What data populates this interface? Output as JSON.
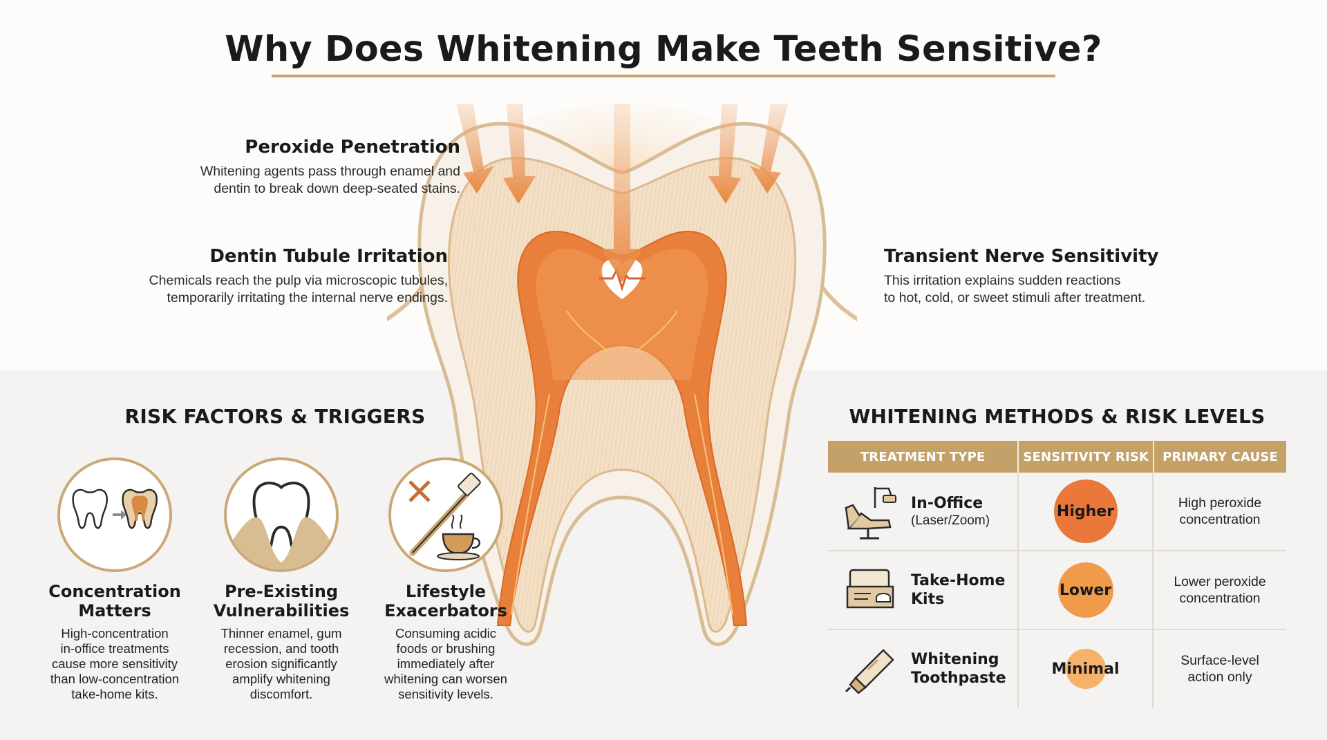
{
  "title": "Why Does Whitening Make Teeth Sensitive?",
  "callouts": {
    "peroxide": {
      "heading": "Peroxide Penetration",
      "line1": "Whitening agents pass through enamel and",
      "line2": "dentin to break down deep-seated stains."
    },
    "dentin": {
      "heading": "Dentin Tubule Irritation",
      "line1": "Chemicals reach the pulp via microscopic tubules,",
      "line2": "temporarily irritating the internal nerve endings."
    },
    "nerve": {
      "heading": "Transient Nerve Sensitivity",
      "line1": "This irritation explains sudden reactions",
      "line2": "to hot, cold, or sweet stimuli after treatment."
    }
  },
  "risk_factors": {
    "title": "RISK FACTORS & TRIGGERS",
    "items": [
      {
        "icon": "tooth-comparison-icon",
        "title_line1": "Concentration",
        "title_line2": "Matters",
        "desc": [
          "High-concentration",
          "in-office treatments",
          "cause more sensitivity",
          "than low-concentration",
          "take-home kits."
        ]
      },
      {
        "icon": "receding-gum-tooth-icon",
        "title_line1": "Pre-Existing",
        "title_line2": "Vulnerabilities",
        "desc": [
          "Thinner enamel, gum",
          "recession, and tooth",
          "erosion significantly",
          "amplify whitening",
          "discomfort."
        ]
      },
      {
        "icon": "toothbrush-coffee-icon",
        "title_line1": "Lifestyle",
        "title_line2": "Exacerbators",
        "desc": [
          "Consuming acidic",
          "foods or brushing",
          "immediately after",
          "whitening can worsen",
          "sensitivity levels."
        ]
      }
    ]
  },
  "methods": {
    "title": "WHITENING METHODS & RISK LEVELS",
    "headers": [
      "TREATMENT TYPE",
      "SENSITIVITY RISK",
      "PRIMARY CAUSE"
    ],
    "rows": [
      {
        "icon": "dental-chair-icon",
        "name_line1": "In-Office",
        "name_line2": "",
        "sub": "(Laser/Zoom)",
        "risk": "Higher",
        "risk_color": "#e9783a",
        "cause_line1": "High peroxide",
        "cause_line2": "concentration"
      },
      {
        "icon": "take-home-kit-icon",
        "name_line1": "Take-Home",
        "name_line2": "Kits",
        "sub": "",
        "risk": "Lower",
        "risk_color": "#f19a4a",
        "cause_line1": "Lower peroxide",
        "cause_line2": "concentration"
      },
      {
        "icon": "toothpaste-tube-icon",
        "name_line1": "Whitening",
        "name_line2": "Toothpaste",
        "sub": "",
        "risk": "Minimal",
        "risk_color": "#f6b26b",
        "cause_line1": "Surface-level",
        "cause_line2": "action only"
      }
    ]
  },
  "colors": {
    "gold": "#c7a46a",
    "pulp_orange": "#e8803c",
    "dentin_tan": "#f2dcc0"
  }
}
